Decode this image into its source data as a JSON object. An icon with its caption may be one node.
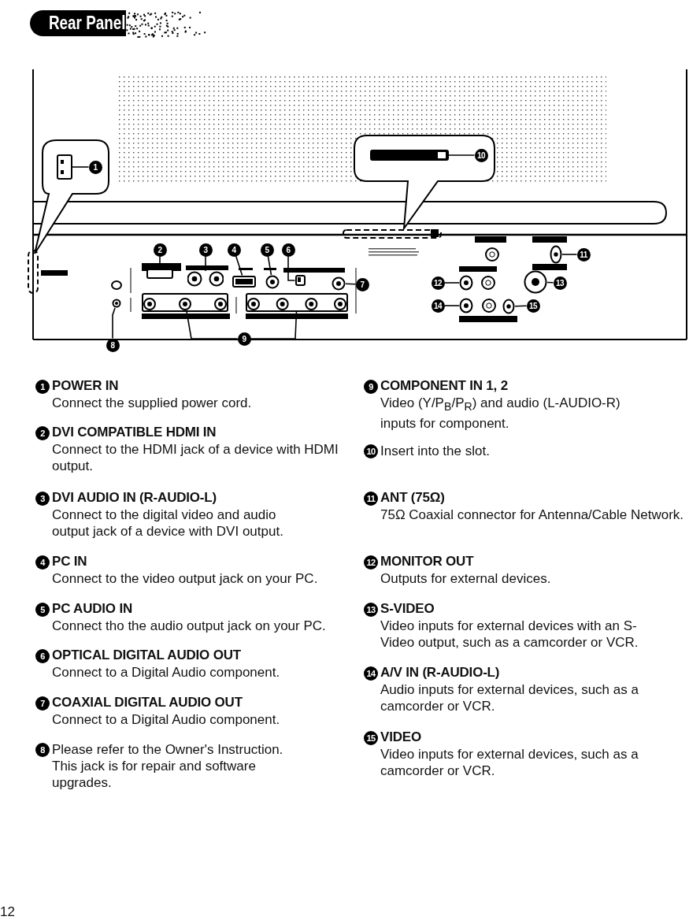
{
  "diagram": {
    "title": "Rear Panel",
    "nodes": [
      {
        "text": [
          "1"
        ]
      },
      {
        "text": [],
        "shape": "box"
      },
      {
        "text": [
          "2"
        ]
      },
      {
        "text": [],
        "shape": "box"
      },
      {
        "text": [
          "3"
        ]
      },
      {
        "text": [],
        "shape": "circle"
      },
      {
        "text": [
          "4"
        ]
      },
      {
        "text": [],
        "shape": "box"
      },
      {
        "text": [
          "5"
        ]
      },
      {
        "text": [],
        "shape": "circle"
      },
      {
        "text": [
          "6"
        ]
      },
      {
        "text": [],
        "shape": "box"
      },
      {
        "text": [
          "7"
        ]
      },
      {
        "text": [],
        "shape": "circle"
      },
      {
        "text": [
          "8"
        ]
      },
      {
        "text": [],
        "shape": "circle"
      },
      {
        "text": [
          "9"
        ]
      },
      {
        "text": [],
        "shape": "box"
      },
      {
        "text": [],
        "shape": "box"
      },
      {
        "text": [
          "10"
        ]
      },
      {
        "text": [],
        "shape": "box"
      },
      {
        "text": [
          "11"
        ]
      },
      {
        "text": [],
        "shape": "circle"
      },
      {
        "text": [
          "12"
        ]
      },
      {
        "text": [],
        "shape": "circle"
      },
      {
        "text": [
          "13"
        ]
      },
      {
        "text": [],
        "shape": "circle"
      },
      {
        "text": [
          "14"
        ]
      },
      {
        "text": [],
        "shape": "circle"
      },
      {
        "text": [
          "15"
        ]
      },
      {
        "text": [],
        "shape": "circle"
      },
      {
        "text": [
          "1"
        ],
        "beside": [
          "POWER IN",
          "Connect the supplied power cord."
        ]
      },
      {
        "text": [
          "2"
        ],
        "beside": [
          "DVI COMPATIBLE HDMI IN",
          "Connect to the HDMI jack of a device with HDMI output."
        ]
      },
      {
        "text": [
          "3"
        ],
        "beside": [
          "DVI AUDIO IN (R-AUDIO-L)",
          "Connect to the digital video and audio output jack of a device with DVI output."
        ]
      },
      {
        "text": [
          "4"
        ],
        "beside": [
          "PC IN",
          "Connect to the video output jack on your PC."
        ]
      },
      {
        "text": [
          "5"
        ],
        "beside": [
          "PC AUDIO IN",
          "Connect tho the audio output jack on your PC."
        ]
      },
      {
        "text": [
          "6"
        ],
        "beside": [
          "OPTICAL DIGITAL AUDIO OUT",
          "Connect to a Digital Audio component."
        ]
      },
      {
        "text": [
          "7"
        ],
        "beside": [
          "COAXIAL DIGITAL AUDIO OUT",
          "Connect to a Digital Audio component."
        ]
      },
      {
        "text": [
          "8"
        ],
        "beside": [
          "Please refer to the Owner's Instruction. This jack is for repair and software upgrades."
        ]
      },
      {
        "text": [
          "9"
        ],
        "beside": [
          "COMPONENT IN 1, 2",
          "Video (Y/P$_{B}$/P$_{R}$) and audio (L-AUDIO-R) inputs for component."
        ]
      },
      {
        "text": [
          "10"
        ],
        "beside": [
          "Insert into the slot."
        ]
      },
      {
        "text": [
          "11"
        ],
        "beside": [
          "ANT (75Ω)",
          "75Ω Coaxial connector for Antenna/Cable Network."
        ]
      },
      {
        "text": [
          "12"
        ],
        "beside": [
          "MONITOR OUT",
          "Outputs for external devices."
        ]
      },
      {
        "text": [
          "13"
        ],
        "beside": [
          "S-VIDEO",
          "Video inputs for external devices with an S-Video output, such as a camcorder or VCR."
        ]
      },
      {
        "text": [
          "14"
        ],
        "beside": [
          "A/V IN (R-AUDIO-L)",
          "Audio inputs for external devices, such as a camcorder or VCR."
        ]
      },
      {
        "text": [
          "15"
        ],
        "beside": [
          "VIDEO",
          "Video inputs for external devices, such as a camcorder or VCR."
        ]
      }
    ],
    "edges": [
      {
        "from": 0,
        "to": 1,
        "arrow": "none"
      },
      {
        "from": 2,
        "to": 3,
        "arrow": "none"
      },
      {
        "from": 4,
        "to": 5,
        "arrow": "none"
      },
      {
        "from": 6,
        "to": 7,
        "arrow": "none"
      },
      {
        "from": 8,
        "to": 9,
        "arrow": "none"
      },
      {
        "from": 10,
        "to": 11,
        "arrow": "none"
      },
      {
        "from": 12,
        "to": 13,
        "arrow": "none"
      },
      {
        "from": 14,
        "to": 15,
        "arrow": "none"
      },
      {
        "from": 16,
        "to": 17,
        "arrow": "none"
      },
      {
        "from": 16,
        "to": 18,
        "arrow": "none"
      },
      {
        "from": 19,
        "to": 20,
        "arrow": "none"
      },
      {
        "from": 21,
        "to": 22,
        "arrow": "none"
      },
      {
        "from": 23,
        "to": 24,
        "arrow": "none"
      },
      {
        "from": 25,
        "to": 26,
        "arrow": "none"
      },
      {
        "from": 27,
        "to": 28,
        "arrow": "none"
      },
      {
        "from": 29,
        "to": 30,
        "arrow": "none"
      }
    ],
    "labels": [
      "12"
    ]
  }
}
